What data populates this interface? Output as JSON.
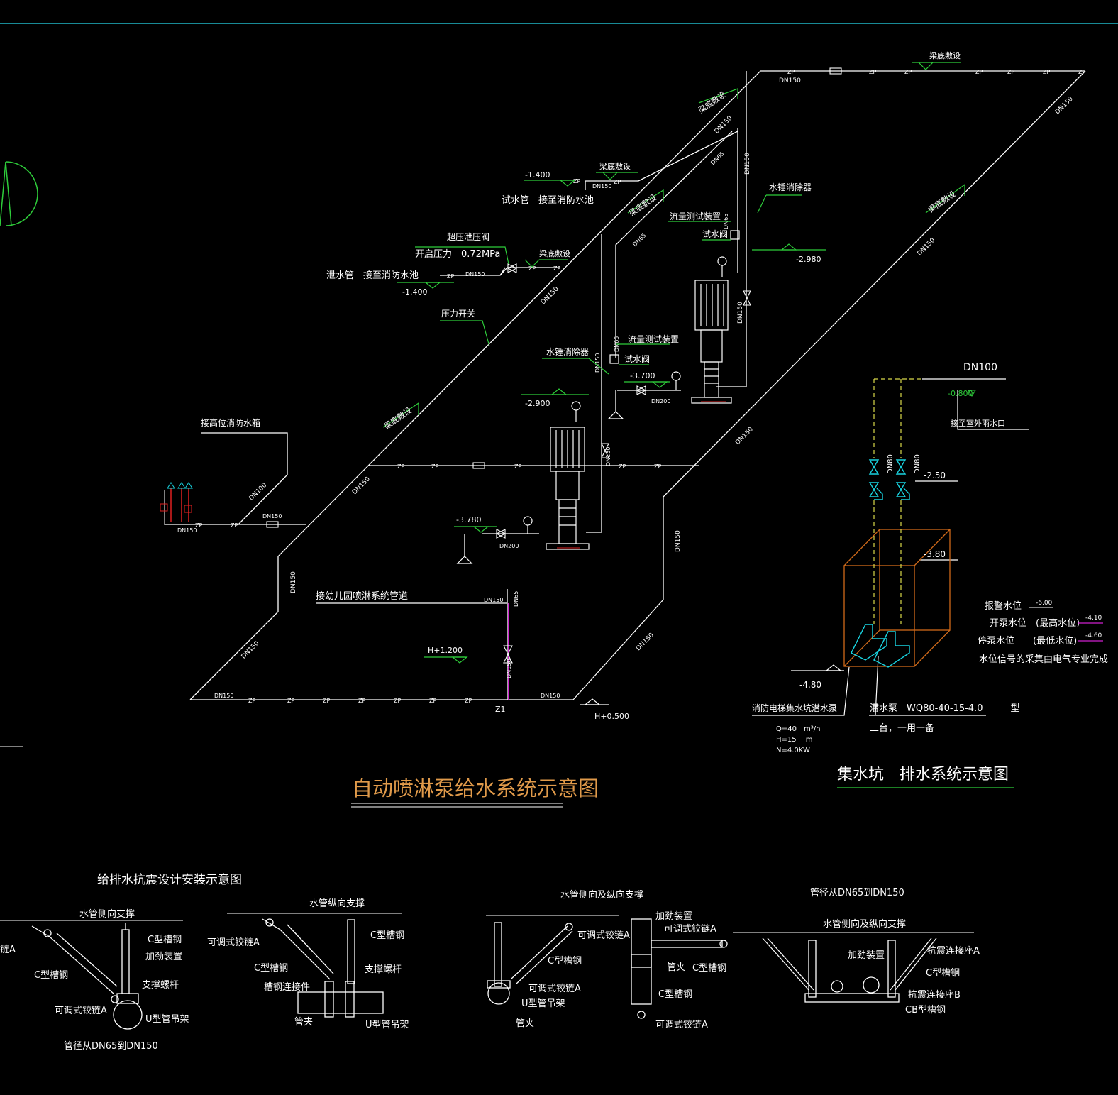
{
  "colors": {
    "background": "#000000",
    "pipe": "#ffffff",
    "level_mark": "#2ecc3a",
    "title_orange": "#e09a4a",
    "cyan": "#19d3e0",
    "magenta": "#d020d0",
    "red": "#e02020",
    "pit_orange": "#d06a1a",
    "signal_yellow": "#d8d84a"
  },
  "sprinkler": {
    "title": "自动喷淋泵给水系统示意图",
    "beam_labels": [
      "梁底敷设",
      "梁底敷设",
      "梁底敷设",
      "梁底敷设",
      "梁底敷设",
      "梁底敷设",
      "梁底敷设"
    ],
    "zp": "ZP",
    "dn150": "DN150",
    "dn65": "DN65",
    "dn100": "DN100",
    "dn200": "DN200",
    "test_pipe": "试水管　接至消防水池",
    "test_pipe_level": "-1.400",
    "relief_valve": "超压泄压阀",
    "open_pressure": "开启压力　0.72MPa",
    "return_pipe": "泄水管　接至消防水池",
    "return_level": "-1.400",
    "pressure_switch": "压力开关",
    "flow_test": "流量测试装置",
    "test_valve": "试水阀",
    "water_hammer": "水锤消除器",
    "level_m2900": "-2.900",
    "level_m2980": "-2.980",
    "level_m3700": "-3.700",
    "level_m3780": "-3.780",
    "high_tank": "接高位消防水箱",
    "kindergarten": "接幼儿园喷淋系统管道",
    "h1200": "H+1.200",
    "h0500": "H+0.500",
    "z1": "Z1"
  },
  "sump": {
    "title": "集水坑　排水系统示意图",
    "dn100": "DN100",
    "outlet_level": "-0.800",
    "outlet_text": "接至室外雨水口",
    "dn80": "DN80",
    "level_250": "-2.50",
    "level_380": "-3.80",
    "level_480": "-4.80",
    "alarm_level": "报警水位",
    "alarm_value": "-6.00",
    "start_level": "开泵水位　(最高水位)",
    "start_value": "-4.10",
    "stop_level": "停泵水位　　(最低水位)",
    "stop_value": "-4.60",
    "signal_note": "水位信号的采集由电气专业完成",
    "pump_label": "消防电梯集水坑潜水泵",
    "pump_model": "潜水泵　WQ80-40-15-4.0　　　型",
    "pump_count": "二台，一用一备",
    "q": "Q=40　m³/h",
    "h": "H=15　 m",
    "n": "N=4.0KW"
  },
  "seismic": {
    "title": "给排水抗震设计安装示意图",
    "d1_title": "水管侧向支撑",
    "d2_title": "水管纵向支撑",
    "d3_title": "水管侧向及纵向支撑",
    "d4_head": "管径从DN65到DN150",
    "d4_title": "水管侧向及纵向支撑",
    "d1_foot": "管径从DN65到DN150",
    "c_steel": "C型槽钢",
    "stiffener": "加劲装置",
    "support_screw": "支撑螺杆",
    "adj_hinge": "可调式铰链A",
    "u_hanger": "U型管吊架",
    "clip": "管夹",
    "steel_connector": "槽钢连接件",
    "anchor_a": "抗震连接座A",
    "anchor_b": "抗震连接座B",
    "cb_steel": "CB型槽钢",
    "cut_a": "链A"
  }
}
